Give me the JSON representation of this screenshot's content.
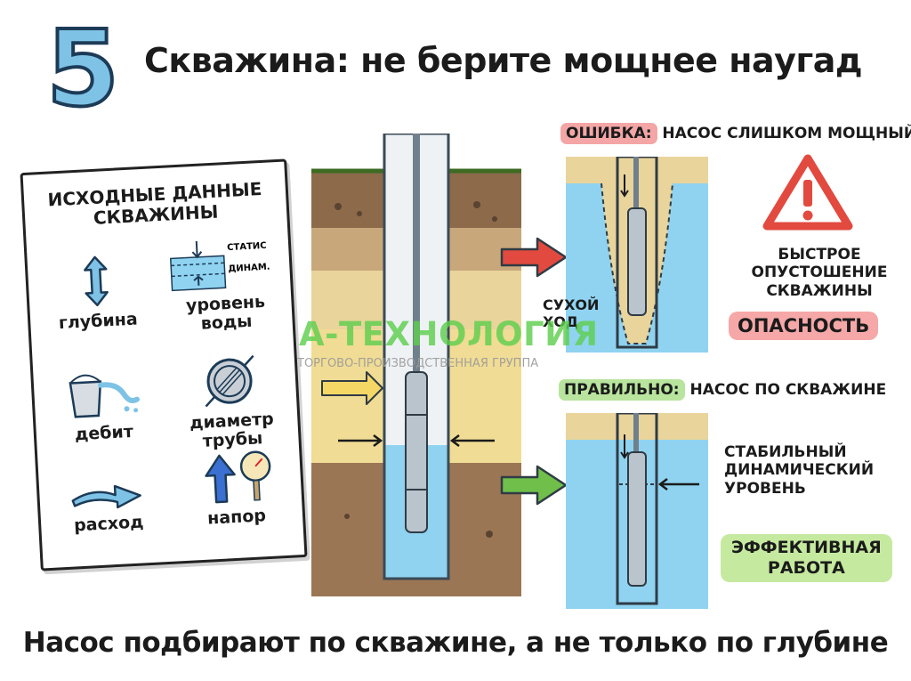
{
  "header": {
    "number": "5",
    "title": "Скважина: не берите мощнее наугад"
  },
  "card": {
    "title_line1": "ИСХОДНЫЕ ДАННЫЕ",
    "title_line2": "СКВАЖИНЫ",
    "items": [
      {
        "label": "глубина",
        "icon": "double-arrow-icon"
      },
      {
        "label_line1": "уровень",
        "label_line2": "воды",
        "icon": "water-level-icon",
        "static_label": "СТАТИС",
        "dynamic_label": "ДИНАМ."
      },
      {
        "label": "дебит",
        "icon": "bucket-icon"
      },
      {
        "label_line1": "диаметр",
        "label_line2": "трубы",
        "icon": "pipe-section-icon"
      },
      {
        "label": "расход",
        "icon": "flow-arrow-icon"
      },
      {
        "label": "напор",
        "icon": "pressure-gauge-icon"
      }
    ]
  },
  "wrong": {
    "tag_prefix": "ОШИБКА:",
    "tag_text": "НАСОС СЛИШКОМ МОЩНЫЙ",
    "dry_label_line1": "СУХОЙ",
    "dry_label_line2": "ХОД",
    "effect_line1": "БЫСТРОЕ",
    "effect_line2": "ОПУСТОШЕНИЕ",
    "effect_line3": "СКВАЖИНЫ",
    "danger": "ОПАСНОСТЬ",
    "icon": "warning-triangle-icon"
  },
  "right": {
    "tag_prefix": "ПРАВИЛЬНО:",
    "tag_text": "НАСОС ПО СКВАЖИНЕ",
    "level_line1": "СТАБИЛЬНЫЙ",
    "level_line2": "ДИНАМИЧЕСКИЙ",
    "level_line3": "УРОВЕНЬ",
    "result_line1": "ЭФФЕКТИВНАЯ",
    "result_line2": "РАБОТА"
  },
  "watermark": {
    "logo_text": "А-ТЕХНОЛОГИЯ",
    "subtitle": "ТОРГОВО-ПРОИЗВОДСТВЕННАЯ ГРУППА"
  },
  "footer": {
    "text": "Насос подбирают по скважине, а не только по глубине"
  },
  "colors": {
    "accent_blue": "#7ec3e6",
    "water": "#8fd3f1",
    "danger_red": "#e24a3f",
    "success_green": "#6fbf4a",
    "soil_dark": "#8c6a4a",
    "sand": "#efd98f"
  }
}
